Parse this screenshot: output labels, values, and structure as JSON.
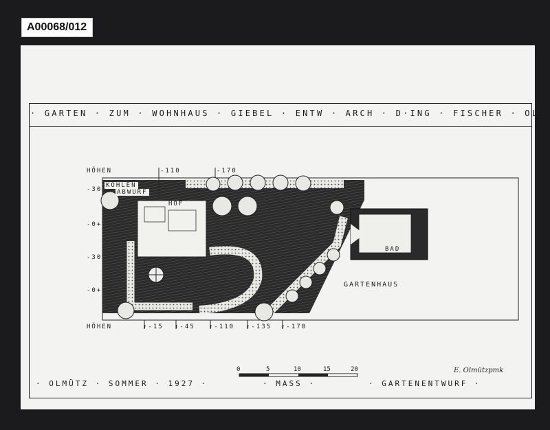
{
  "archive_id": "A00068/012",
  "title": "· GARTEN · ZUM · WOHNHAUS · GIEBEL · ENTW · ARCH · D·ING · FISCHER · OLMÜTZ",
  "labels": {
    "hoehen_top": "HÖHEN",
    "hoehen_bottom": "HÖHEN",
    "kohlen": "KOHLEN",
    "abwurf": "ABWURF",
    "hof": "HOF",
    "bad": "BAD",
    "gartenhaus": "GARTENHAUS"
  },
  "levels_top": [
    "-110",
    "-170"
  ],
  "levels_bottom": [
    "↑-15",
    "↑-45",
    "↑-110",
    "↑-135",
    "↑-170"
  ],
  "levels_left": [
    "-30",
    "-0+",
    "-30",
    "-0+"
  ],
  "scale": {
    "ticks": [
      "0",
      "5",
      "10",
      "15",
      "20"
    ],
    "label": "· MASS ·"
  },
  "footer": {
    "place_date": "· OLMÜTZ · SOMMER · 1927 ·",
    "type": "· GARTENENTWURF ·"
  },
  "signature": "E. Olmützpmk"
}
